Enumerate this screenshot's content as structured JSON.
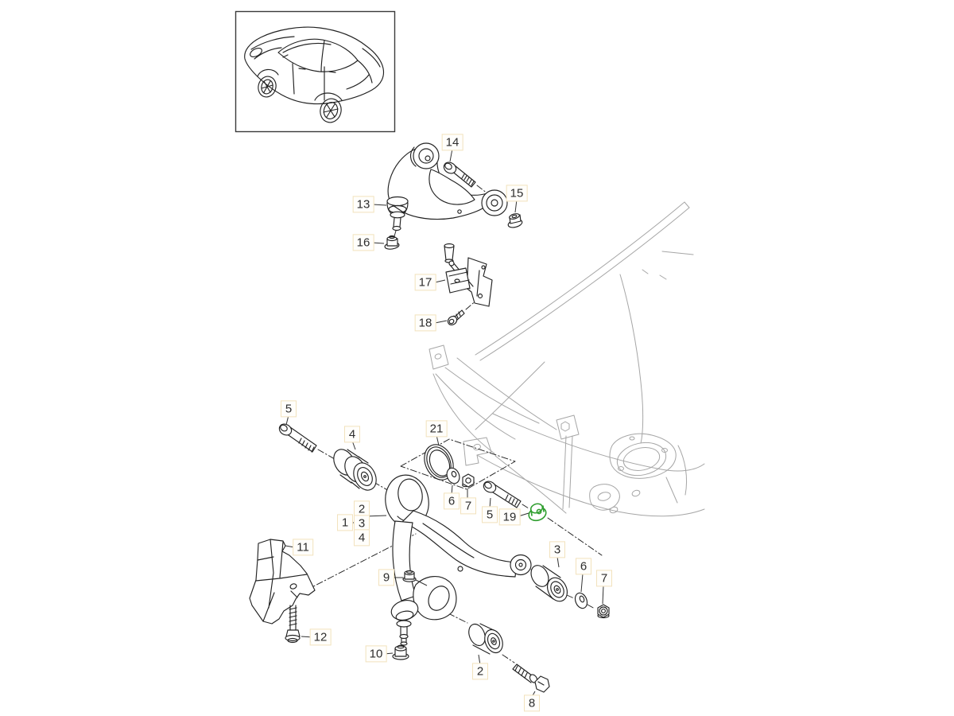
{
  "diagram": {
    "type": "exploded-parts-diagram",
    "highlighted_callout": "19",
    "colors": {
      "part_line": "#222222",
      "reference_line": "#a6a6a6",
      "highlight": "#2f9e2f",
      "label_border": "#f2e2bd",
      "label_text": "#2d2d2d",
      "background": "#ffffff"
    },
    "callouts": {
      "1": "1",
      "2": "2",
      "3": "3",
      "4": "4",
      "5": "5",
      "6": "6",
      "7": "7",
      "8": "8",
      "9": "9",
      "10": "10",
      "11": "11",
      "12": "12",
      "13": "13",
      "14": "14",
      "15": "15",
      "16": "16",
      "17": "17",
      "18": "18",
      "19": "19",
      "21": "21"
    }
  }
}
